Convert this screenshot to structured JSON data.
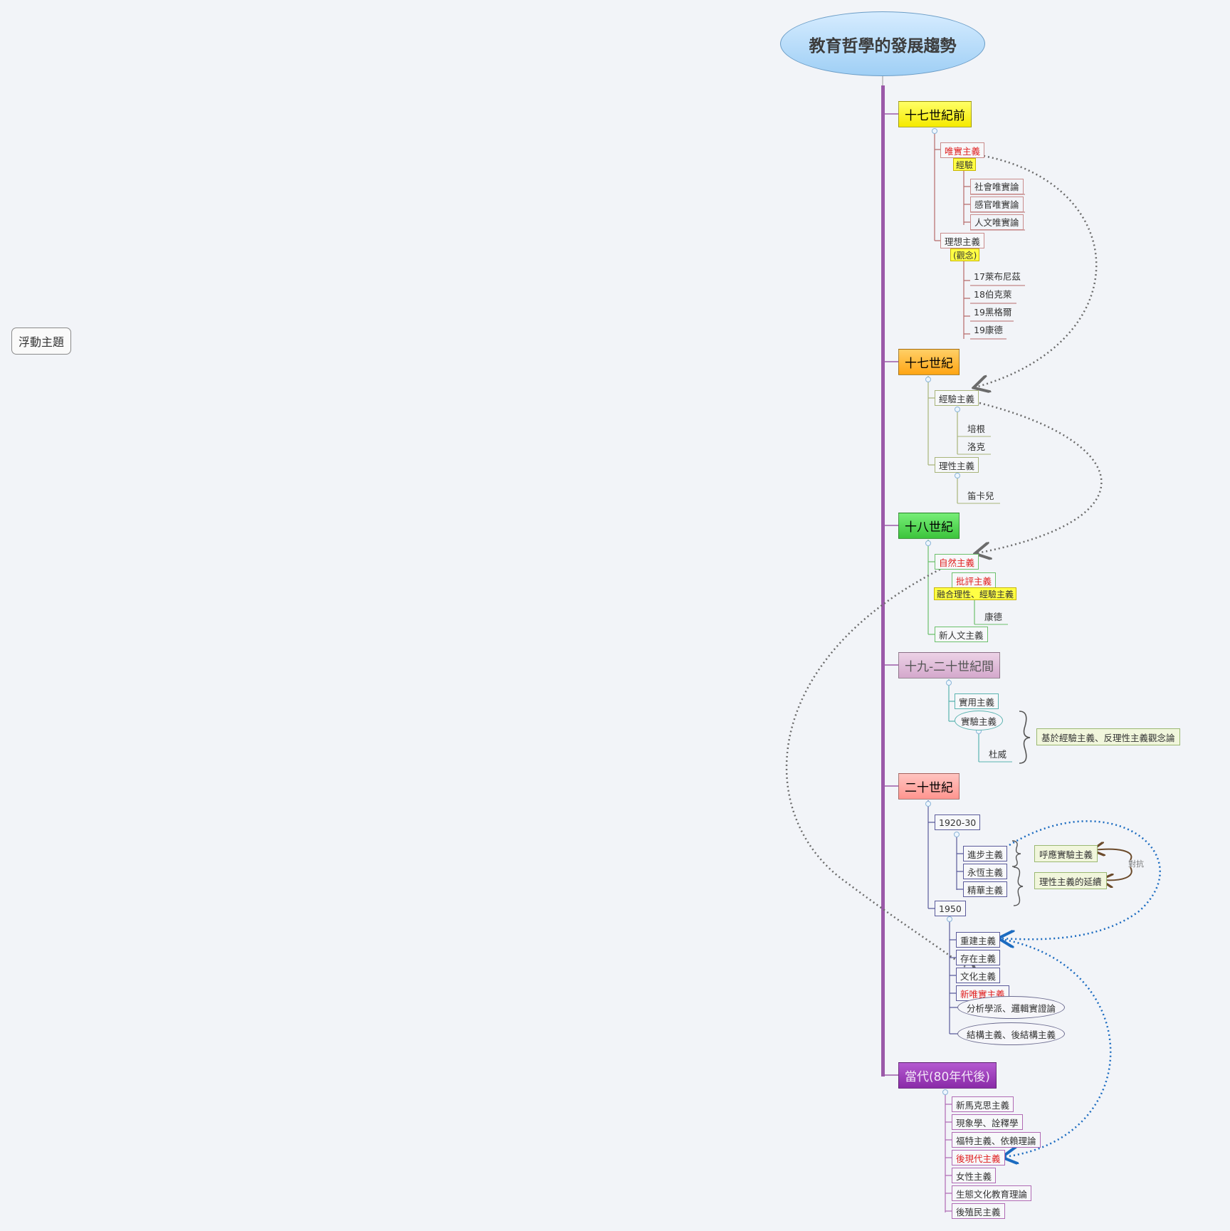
{
  "root": {
    "title": "教育哲學的發展趨勢"
  },
  "floating_topic": "浮動主題",
  "colors": {
    "trunk": "#9b59a8",
    "arrow_gray": "#6b6b6b",
    "arrow_blue": "#1b6bc0",
    "arrow_brown": "#6b4a2a",
    "highlight": "#ffff44",
    "emphasis_red": "#e02020"
  },
  "eras": [
    {
      "title": "十七世紀前",
      "color": "#ffff33",
      "children": [
        {
          "label": "唯實主義",
          "emphasis": true,
          "note": "經驗",
          "children": [
            "社會唯實論",
            "感官唯實論",
            "人文唯實論"
          ]
        },
        {
          "label": "理想主義",
          "note": "(觀念)",
          "children": [
            "17萊布尼茲",
            "18伯克萊",
            "19黑格爾",
            "19康德"
          ]
        }
      ]
    },
    {
      "title": "十七世紀",
      "color": "#ffb733",
      "children": [
        {
          "label": "經驗主義",
          "children": [
            "培根",
            "洛克"
          ]
        },
        {
          "label": "理性主義",
          "children": [
            "笛卡兒"
          ]
        }
      ]
    },
    {
      "title": "十八世紀",
      "color": "#55d855",
      "children": [
        {
          "label": "自然主義",
          "emphasis": true
        },
        {
          "label": "批評主義",
          "emphasis": true,
          "note": "融合理性、經驗主義",
          "children": [
            "康德"
          ]
        },
        {
          "label": "新人文主義"
        }
      ]
    },
    {
      "title": "十九-二十世紀間",
      "color": "#dcb8d4",
      "children": [
        {
          "label": "實用主義"
        },
        {
          "label": "實驗主義",
          "emphasis": true,
          "shape": "oval",
          "children": [
            "杜威"
          ]
        }
      ],
      "side_note": "基於經驗主義、反理性主義觀念論"
    },
    {
      "title": "二十世紀",
      "color": "#ffaaa6",
      "children": [
        {
          "label": "1920-30",
          "children": [
            "進步主義",
            "永恆主義",
            "精華主義"
          ],
          "notes": [
            "呼應實驗主義",
            "理性主義的延續"
          ],
          "relation_label": "對抗"
        },
        {
          "label": "1950",
          "children": [
            "重建主義",
            "存在主義",
            "文化主義",
            "新唯實主義",
            "分析學派、邏輯實證論",
            "結構主義、後結構主義"
          ]
        }
      ]
    },
    {
      "title": "當代(80年代後)",
      "color": "#9b3fb8",
      "children": [
        "新馬克思主義",
        "現象學、詮釋學",
        "福特主義、依賴理論",
        "後現代主義",
        "女性主義",
        "生態文化教育理論",
        "後殖民主義"
      ]
    }
  ]
}
